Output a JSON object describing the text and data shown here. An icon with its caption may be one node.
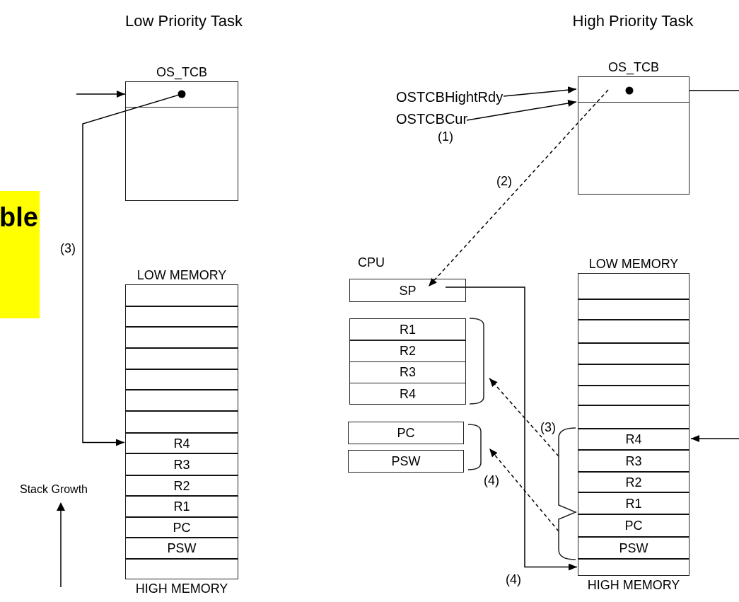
{
  "diagram": {
    "nodes": [
      {
        "text": [
          "ble"
        ]
      },
      {
        "text": [
          "OS_TCB"
        ]
      },
      {
        "text": [
          "LOW MEMORY",
          "HIGH MEMORY"
        ]
      },
      {
        "text": [],
        "shape": "box",
        "in": 2
      },
      {
        "text": [],
        "shape": "box",
        "in": 2
      },
      {
        "text": [],
        "shape": "box",
        "in": 2
      },
      {
        "text": [],
        "shape": "box",
        "in": 2
      },
      {
        "text": [],
        "shape": "box",
        "in": 2
      },
      {
        "text": [],
        "shape": "box",
        "in": 2
      },
      {
        "text": [],
        "shape": "box",
        "in": 2
      },
      {
        "text": [
          "R4"
        ],
        "in": 2
      },
      {
        "text": [
          "R3"
        ],
        "in": 2
      },
      {
        "text": [
          "R2"
        ],
        "in": 2
      },
      {
        "text": [
          "R1"
        ],
        "in": 2
      },
      {
        "text": [
          "PC"
        ],
        "in": 2
      },
      {
        "text": [
          "PSW"
        ],
        "in": 2
      },
      {
        "text": [],
        "shape": "box",
        "in": 2
      },
      {
        "text": [
          "OS_TCB"
        ]
      },
      {
        "text": [
          "OSTCBHightRdy"
        ]
      },
      {
        "text": [
          "OSTCBCur"
        ]
      },
      {
        "text": [
          "SP"
        ]
      },
      {
        "text": [
          "R1"
        ]
      },
      {
        "text": [
          "R2"
        ]
      },
      {
        "text": [
          "R3"
        ]
      },
      {
        "text": [
          "R4"
        ]
      },
      {
        "text": [],
        "shape": "bracket"
      },
      {
        "text": [
          "PC"
        ]
      },
      {
        "text": [
          "PSW"
        ]
      },
      {
        "text": [],
        "shape": "bracket"
      },
      {
        "text": [
          "LOW MEMORY",
          "HIGH MEMORY"
        ]
      },
      {
        "text": [],
        "shape": "box",
        "in": 29
      },
      {
        "text": [],
        "shape": "box",
        "in": 29
      },
      {
        "text": [],
        "shape": "box",
        "in": 29
      },
      {
        "text": [],
        "shape": "box",
        "in": 29
      },
      {
        "text": [],
        "shape": "box",
        "in": 29
      },
      {
        "text": [],
        "shape": "box",
        "in": 29
      },
      {
        "text": [],
        "shape": "box",
        "in": 29
      },
      {
        "text": [
          "R4"
        ],
        "in": 29
      },
      {
        "text": [
          "R3"
        ],
        "in": 29
      },
      {
        "text": [
          "R2"
        ],
        "in": 29
      },
      {
        "text": [
          "R1"
        ],
        "in": 29
      },
      {
        "text": [
          "PC"
        ],
        "in": 29
      },
      {
        "text": [
          "PSW"
        ],
        "in": 29
      },
      {
        "text": [],
        "shape": "box",
        "in": 29
      },
      {
        "text": [],
        "shape": "brace"
      }
    ],
    "edges": [
      {
        "from": null,
        "to": 1,
        "arrow": "to"
      },
      {
        "from": 1,
        "to": 10,
        "arrow": "to",
        "label": "(3)"
      },
      {
        "from": 18,
        "to": 17,
        "arrow": "to"
      },
      {
        "from": 19,
        "to": 17,
        "arrow": "to"
      },
      {
        "from": 17,
        "to": 20,
        "arrow": "to",
        "style": "dashed",
        "label": "(2)"
      },
      {
        "from": 17,
        "to": null,
        "arrow": "none"
      },
      {
        "from": 20,
        "to": 43,
        "arrow": "to",
        "label": "(4)"
      },
      {
        "from": 44,
        "to": 25,
        "arrow": "to",
        "style": "dashed",
        "label": "(3)"
      },
      {
        "from": 44,
        "to": 28,
        "arrow": "to",
        "style": "dashed",
        "label": "(4)"
      },
      {
        "from": null,
        "to": 37,
        "arrow": "to"
      }
    ],
    "labels": [
      "Low Priority Task",
      "High Priority Task",
      "(1)",
      "CPU",
      "Stack Growth"
    ]
  }
}
